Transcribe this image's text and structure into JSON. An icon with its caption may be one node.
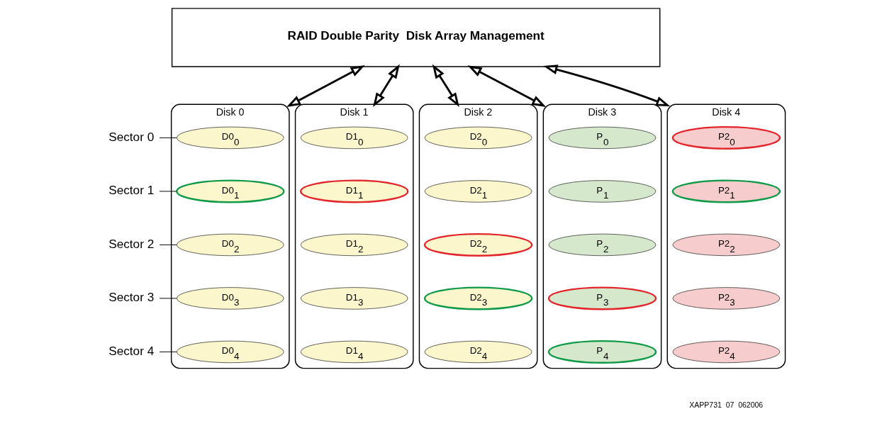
{
  "diagram": {
    "nodes": [
      {
        "text": [
          "RAID Double Parity  Disk Array Management"
        ]
      },
      {
        "text": [
          "Disk 0"
        ]
      },
      {
        "text": [
          "D0$_{0}$"
        ],
        "in": 1
      },
      {
        "text": [
          "D0$_{1}$"
        ],
        "in": 1
      },
      {
        "text": [
          "D0$_{2}$"
        ],
        "in": 1
      },
      {
        "text": [
          "D0$_{3}$"
        ],
        "in": 1
      },
      {
        "text": [
          "D0$_{4}$"
        ],
        "in": 1
      },
      {
        "text": [
          "Disk 1"
        ]
      },
      {
        "text": [
          "D1$_{0}$"
        ],
        "in": 7
      },
      {
        "text": [
          "D1$_{1}$"
        ],
        "in": 7
      },
      {
        "text": [
          "D1$_{2}$"
        ],
        "in": 7
      },
      {
        "text": [
          "D1$_{3}$"
        ],
        "in": 7
      },
      {
        "text": [
          "D1$_{4}$"
        ],
        "in": 7
      },
      {
        "text": [
          "Disk 2"
        ]
      },
      {
        "text": [
          "D2$_{0}$"
        ],
        "in": 13
      },
      {
        "text": [
          "D2$_{1}$"
        ],
        "in": 13
      },
      {
        "text": [
          "D2$_{2}$"
        ],
        "in": 13
      },
      {
        "text": [
          "D2$_{3}$"
        ],
        "in": 13
      },
      {
        "text": [
          "D2$_{4}$"
        ],
        "in": 13
      },
      {
        "text": [
          "Disk 3"
        ]
      },
      {
        "text": [
          "P$_{0}$"
        ],
        "in": 19
      },
      {
        "text": [
          "P$_{1}$"
        ],
        "in": 19
      },
      {
        "text": [
          "P$_{2}$"
        ],
        "in": 19
      },
      {
        "text": [
          "P$_{3}$"
        ],
        "in": 19
      },
      {
        "text": [
          "P$_{4}$"
        ],
        "in": 19
      },
      {
        "text": [
          "Disk 4"
        ]
      },
      {
        "text": [
          "P2$_{0}$"
        ],
        "in": 25
      },
      {
        "text": [
          "P2$_{1}$"
        ],
        "in": 25
      },
      {
        "text": [
          "P2$_{2}$"
        ],
        "in": 25
      },
      {
        "text": [
          "P2$_{3}$"
        ],
        "in": 25
      },
      {
        "text": [
          "P2$_{4}$"
        ],
        "in": 25
      },
      {
        "text": [
          "Sector 0"
        ]
      },
      {
        "text": [
          "Sector 1"
        ]
      },
      {
        "text": [
          "Sector 2"
        ]
      },
      {
        "text": [
          "Sector 3"
        ]
      },
      {
        "text": [
          "Sector 4"
        ]
      }
    ],
    "edges": [
      {
        "from": 0,
        "to": 1,
        "arrow": "both",
        "style": "thick"
      },
      {
        "from": 0,
        "to": 7,
        "arrow": "both",
        "style": "thick"
      },
      {
        "from": 0,
        "to": 13,
        "arrow": "both",
        "style": "thick"
      },
      {
        "from": 0,
        "to": 19,
        "arrow": "both",
        "style": "thick"
      },
      {
        "from": 0,
        "to": 25,
        "arrow": "both",
        "style": "thick"
      },
      {
        "from": 31,
        "to": 2,
        "arrow": "none"
      },
      {
        "from": 32,
        "to": 3,
        "arrow": "none"
      },
      {
        "from": 33,
        "to": 4,
        "arrow": "none"
      },
      {
        "from": 34,
        "to": 5,
        "arrow": "none"
      },
      {
        "from": 35,
        "to": 6,
        "arrow": "none"
      }
    ],
    "labels": [
      "XAPP731  07  062006"
    ]
  }
}
